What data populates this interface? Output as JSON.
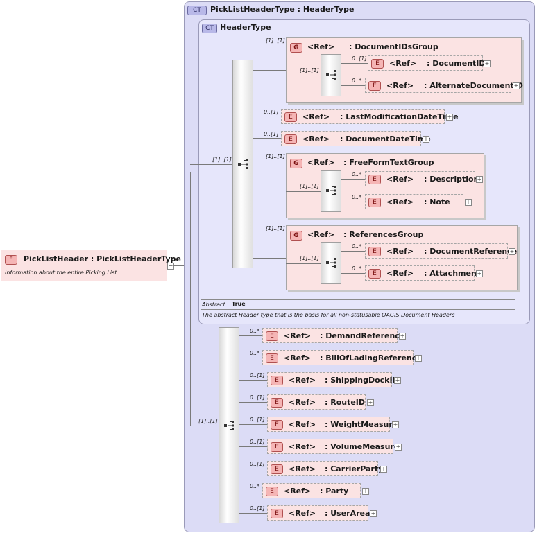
{
  "root": {
    "badge": "E",
    "name": "PickListHeader : PickListHeaderType",
    "doc": "Information about the entire Picking List",
    "collapse": "−"
  },
  "complex_type": {
    "badge": "CT",
    "title": "PickListHeaderType : HeaderType",
    "inner": {
      "badge": "CT",
      "title": "HeaderType",
      "abstract_label": "Abstract",
      "abstract_value": "True",
      "doc": "The abstract Header type that is the basis for all non-statusable OAGIS Document Headers"
    }
  },
  "icons": {
    "sequence": "sequence-icon",
    "expand": "plus-icon",
    "collapse": "minus-icon"
  },
  "labels": {
    "ref": "<Ref>",
    "plus": "+",
    "element_badge": "E",
    "group_badge": "G"
  },
  "header_type": {
    "seq_card": "[1]..[1]",
    "groups_and_elements": {
      "document_ids_group": {
        "card": "[1]..[1]",
        "name": ": DocumentIDsGroup",
        "seq_card": "[1]..[1]",
        "children": [
          {
            "card": "0..[1]",
            "name": ": DocumentID"
          },
          {
            "card": "0..*",
            "name": ": AlternateDocumentID"
          }
        ]
      },
      "last_modification": {
        "card": "0..[1]",
        "name": ": LastModificationDateTime"
      },
      "document_date_time": {
        "card": "0..[1]",
        "name": ": DocumentDateTime"
      },
      "free_form_text_group": {
        "card": "[1]..[1]",
        "name": ": FreeFormTextGroup",
        "seq_card": "[1]..[1]",
        "children": [
          {
            "card": "0..*",
            "name": ": Description"
          },
          {
            "card": "0..*",
            "name": ": Note"
          }
        ]
      },
      "references_group": {
        "card": "[1]..[1]",
        "name": ": ReferencesGroup",
        "seq_card": "[1]..[1]",
        "children": [
          {
            "card": "0..*",
            "name": ": DocumentReference"
          },
          {
            "card": "0..*",
            "name": ": Attachment"
          }
        ]
      }
    }
  },
  "extension": {
    "seq_card": "[1]..[1]",
    "elements": [
      {
        "card": "0..*",
        "name": ": DemandReference"
      },
      {
        "card": "0..*",
        "name": ": BillOfLadingReference"
      },
      {
        "card": "0..[1]",
        "name": ": ShippingDockID"
      },
      {
        "card": "0..[1]",
        "name": ": RouteID"
      },
      {
        "card": "0..[1]",
        "name": ": WeightMeasure"
      },
      {
        "card": "0..[1]",
        "name": ": VolumeMeasure"
      },
      {
        "card": "0..[1]",
        "name": ": CarrierParty"
      },
      {
        "card": "0..*",
        "name": ": Party"
      },
      {
        "card": "0..[1]",
        "name": ": UserArea"
      }
    ]
  }
}
